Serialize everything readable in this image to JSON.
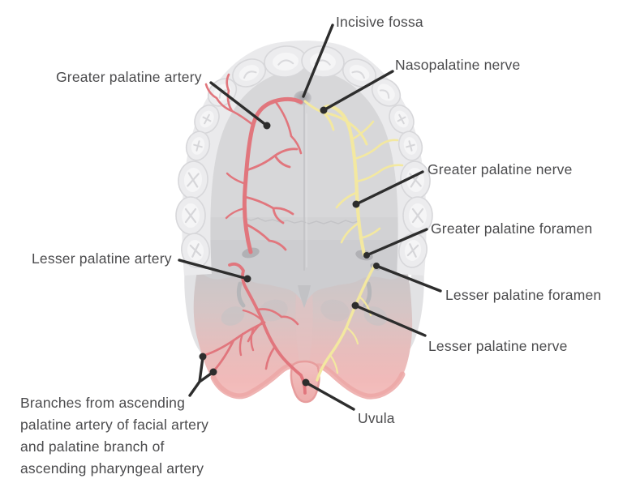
{
  "figure": {
    "colors": {
      "artery": "#e1767d",
      "nerve": "#f3e8a0",
      "leader": "#2d2d2d",
      "label_text": "#4b4b4d",
      "palate": "#d2d2d4",
      "teeth": "#ececee",
      "gums": "#eaeaec",
      "soft_palate_pink": "#f3bcbb",
      "uvula": "#f0b4b3"
    }
  },
  "labels": {
    "greater_palatine_artery": {
      "text": "Greater palatine artery"
    },
    "incisive_fossa": {
      "text": "Incisive fossa"
    },
    "nasopalatine_nerve": {
      "text": "Nasopalatine nerve"
    },
    "greater_palatine_nerve": {
      "text": "Greater palatine nerve"
    },
    "greater_palatine_foramen": {
      "text": "Greater palatine foramen"
    },
    "lesser_palatine_foramen": {
      "text": "Lesser palatine foramen"
    },
    "lesser_palatine_nerve": {
      "text": "Lesser palatine nerve"
    },
    "uvula": {
      "text": "Uvula"
    },
    "lesser_palatine_artery": {
      "text": "Lesser palatine artery"
    },
    "branches_note": {
      "lines": [
        "Branches from ascending",
        "palatine artery of facial artery",
        "and palatine branch of",
        "ascending pharyngeal artery"
      ]
    }
  }
}
